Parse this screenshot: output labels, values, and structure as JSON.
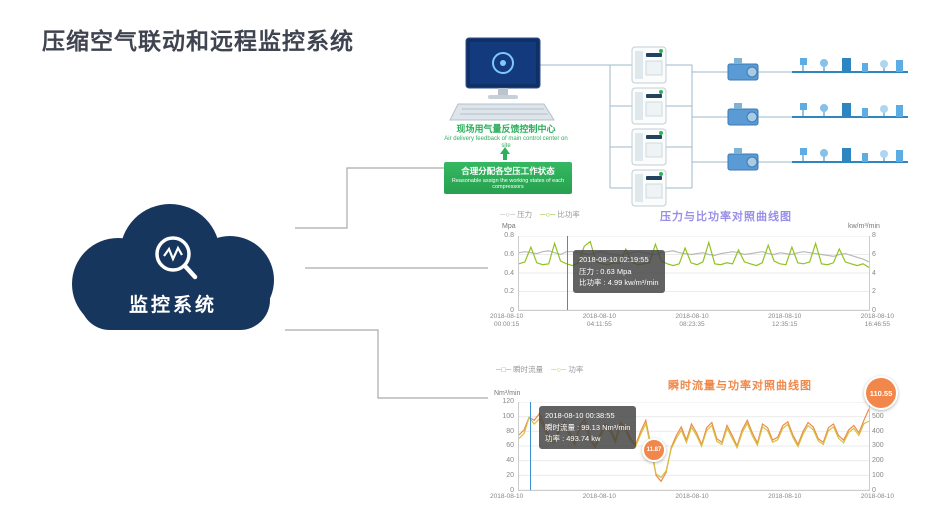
{
  "page": {
    "title": "压缩空气联动和远程监控系统"
  },
  "cloud": {
    "label": "监控系统",
    "color": "#17365d"
  },
  "diagram": {
    "feedback_cn": "现场用气量反馈控制中心",
    "feedback_en": "Air delivery feedback of main control center on site",
    "assign_cn": "合理分配各空压工作状态",
    "assign_en": "Reasonable assign the working states of each compressors"
  },
  "chart_data": [
    {
      "type": "line",
      "title": "压力与比功率对照曲线图",
      "title_color": "#9a8fe8",
      "ylabel_left": "Mpa",
      "ylabel_right": "kw/m³/min",
      "ylim_left": [
        0,
        0.8
      ],
      "yticks_left": [
        0.8,
        0.6,
        0.4,
        0.2,
        0
      ],
      "ylim_right": [
        0,
        8
      ],
      "yticks_right": [
        8,
        6,
        4,
        2,
        0
      ],
      "x_labels": [
        [
          "2018-08-10",
          "00:00:15"
        ],
        [
          "2018-08-10",
          "04:11:55"
        ],
        [
          "2018-08-10",
          "08:23:35"
        ],
        [
          "2018-08-10",
          "12:35:15"
        ],
        [
          "2018-08-10",
          "16:46:55"
        ]
      ],
      "legend": [
        {
          "name": "压力",
          "color": "#b9b9b9",
          "marker": "─○─"
        },
        {
          "name": "比功率",
          "color": "#8fc320",
          "marker": "─○─"
        }
      ],
      "tooltip": {
        "time": "2018-08-10 02:19:55",
        "line1": "压力 : 0.63 Mpa",
        "line2": "比功率 : 4.99 kw/m³/min"
      },
      "series": [
        {
          "name": "压力",
          "axis": "left",
          "color": "#b9b9b9",
          "values": [
            0.62,
            0.63,
            0.62,
            0.61,
            0.63,
            0.64,
            0.62,
            0.6,
            0.63,
            0.63,
            0.62,
            0.61,
            0.6,
            0.62,
            0.63,
            0.61,
            0.6,
            0.59,
            0.61,
            0.62,
            0.63,
            0.62,
            0.61,
            0.6,
            0.62,
            0.63,
            0.64,
            0.62,
            0.61,
            0.6,
            0.61,
            0.62,
            0.6,
            0.59,
            0.61,
            0.62,
            0.63,
            0.62,
            0.6,
            0.61,
            0.62,
            0.63,
            0.61,
            0.6,
            0.62,
            0.61,
            0.6,
            0.62,
            0.63,
            0.62,
            0.61,
            0.6,
            0.59,
            0.58,
            0.6,
            0.61,
            0.59,
            0.57,
            0.55,
            0.52
          ]
        },
        {
          "name": "比功率",
          "axis": "right",
          "color": "#8fc320",
          "values": [
            5.0,
            5.2,
            6.8,
            5.1,
            4.9,
            5.0,
            7.2,
            5.3,
            4.99,
            4.8,
            5.1,
            6.9,
            7.4,
            5.2,
            5.0,
            4.9,
            5.1,
            5.0,
            6.6,
            5.2,
            4.9,
            5.0,
            5.1,
            7.1,
            5.3,
            5.0,
            4.8,
            5.0,
            6.7,
            5.1,
            4.9,
            5.2,
            7.3,
            5.0,
            4.9,
            5.1,
            5.0,
            6.5,
            5.2,
            5.0,
            4.8,
            5.1,
            7.0,
            5.3,
            5.0,
            4.9,
            6.8,
            5.1,
            5.0,
            5.2,
            7.2,
            5.0,
            4.9,
            5.1,
            6.6,
            5.2,
            5.0,
            4.8,
            5.0,
            4.6
          ]
        }
      ]
    },
    {
      "type": "line",
      "title": "瞬时流量与功率对照曲线图",
      "title_color": "#f0884a",
      "ylabel_left": "Nm³/min",
      "ylim_left": [
        0,
        120
      ],
      "yticks_left": [
        120,
        100,
        80,
        60,
        40,
        20,
        0
      ],
      "ylim_right": [
        0,
        600
      ],
      "yticks_right": [
        600,
        500,
        400,
        300,
        200,
        100,
        0
      ],
      "x_labels": [
        [
          "2018-08-10"
        ],
        [
          "2018-08-10"
        ],
        [
          "2018-08-10"
        ],
        [
          "2018-08-10"
        ],
        [
          "2018-08-10"
        ]
      ],
      "legend": [
        {
          "name": "瞬时流量",
          "color": "#f0884a",
          "marker": "─□─"
        },
        {
          "name": "功率",
          "color": "#d4c23f",
          "marker": "─○─"
        }
      ],
      "tooltip": {
        "time": "2018-08-10 00:38:55",
        "line1": "瞬时流量 : 99.13 Nm³/min",
        "line2": "功率 : 493.74 kw"
      },
      "badges": [
        {
          "value": "110.55"
        },
        {
          "value": "11.87"
        }
      ],
      "series": [
        {
          "name": "瞬时流量",
          "axis": "left",
          "color": "#f0884a",
          "values": [
            75,
            82,
            99.13,
            95,
            104,
            88,
            72,
            68,
            85,
            93,
            78,
            65,
            88,
            96,
            72,
            60,
            76,
            90,
            84,
            68,
            92,
            85,
            70,
            62,
            80,
            95,
            60,
            20,
            11.87,
            24,
            58,
            74,
            86,
            68,
            90,
            78,
            62,
            85,
            92,
            70,
            65,
            88,
            75,
            60,
            82,
            95,
            78,
            64,
            90,
            85,
            68,
            72,
            88,
            93,
            75,
            62,
            80,
            92,
            86,
            70,
            65,
            85,
            90,
            74,
            68,
            82,
            88,
            78,
            95,
            110.55
          ]
        },
        {
          "name": "功率",
          "axis": "right",
          "color": "#d4c23f",
          "values": [
            352,
            385,
            493.74,
            450,
            485,
            420,
            338,
            320,
            400,
            440,
            368,
            308,
            418,
            458,
            340,
            288,
            360,
            428,
            398,
            322,
            438,
            408,
            332,
            298,
            380,
            452,
            290,
            110,
            85,
            130,
            280,
            350,
            408,
            324,
            428,
            372,
            298,
            405,
            440,
            332,
            310,
            420,
            356,
            288,
            392,
            455,
            370,
            305,
            430,
            405,
            325,
            342,
            420,
            448,
            358,
            296,
            382,
            440,
            412,
            335,
            310,
            405,
            430,
            352,
            322,
            392,
            420,
            372,
            452,
            470
          ]
        }
      ]
    }
  ]
}
